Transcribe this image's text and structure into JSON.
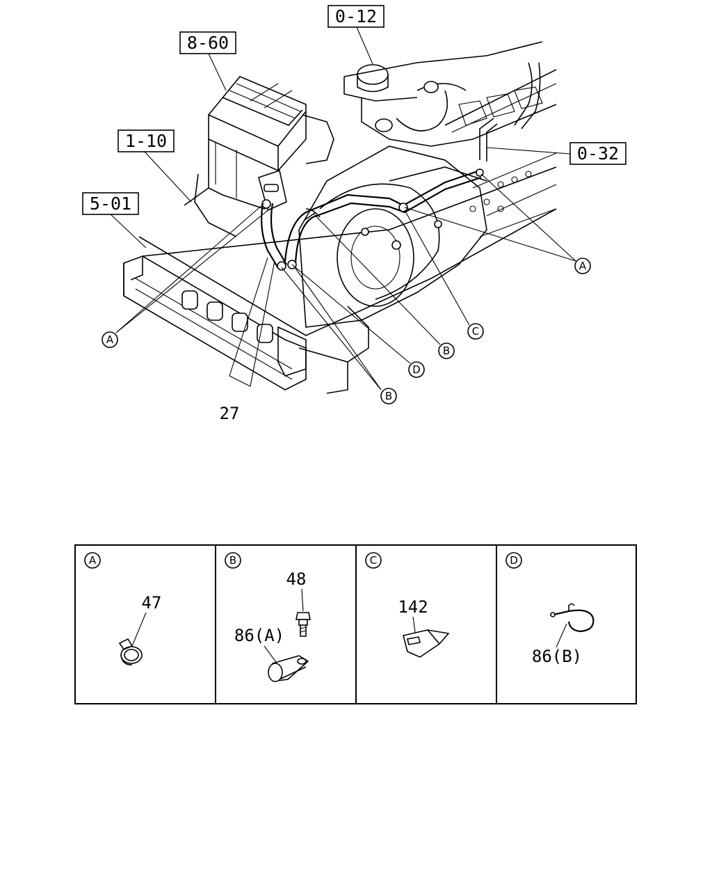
{
  "diagram": {
    "ref_boxes": [
      {
        "id": "ref-0-12",
        "text": "0-12"
      },
      {
        "id": "ref-8-60",
        "text": "8-60"
      },
      {
        "id": "ref-1-10",
        "text": "1-10"
      },
      {
        "id": "ref-5-01",
        "text": "5-01"
      },
      {
        "id": "ref-0-32",
        "text": "0-32"
      }
    ],
    "callouts": {
      "a_left": "A",
      "a_right": "A",
      "b_upper": "B",
      "b_lower": "B",
      "c": "C",
      "d": "D"
    },
    "part_labels": {
      "hose": "27"
    }
  },
  "detail_table": {
    "cells": [
      {
        "letter": "A",
        "parts": [
          "47"
        ]
      },
      {
        "letter": "B",
        "parts": [
          "48",
          "86(A)"
        ]
      },
      {
        "letter": "C",
        "parts": [
          "142"
        ]
      },
      {
        "letter": "D",
        "parts": [
          "86(B)"
        ]
      }
    ]
  }
}
